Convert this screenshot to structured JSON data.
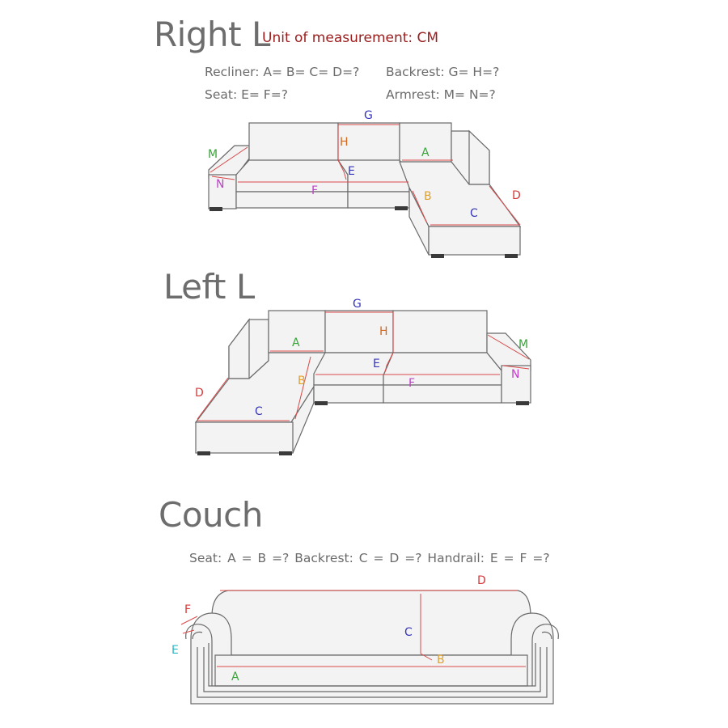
{
  "right_l": {
    "title": "Right L",
    "unit": "Unit of measurement: CM",
    "recliner": "Recliner: A= B= C= D=?",
    "backrest": "Backrest: G= H=?",
    "seat": "Seat: E= F=?",
    "armrest": "Armrest: M= N=?",
    "labels": {
      "A": "A",
      "B": "B",
      "C": "C",
      "D": "D",
      "E": "E",
      "F": "F",
      "G": "G",
      "H": "H",
      "M": "M",
      "N": "N"
    }
  },
  "left_l": {
    "title": "Left L",
    "labels": {
      "A": "A",
      "B": "B",
      "C": "C",
      "D": "D",
      "E": "E",
      "F": "F",
      "G": "G",
      "H": "H",
      "M": "M",
      "N": "N"
    }
  },
  "couch": {
    "title": "Couch",
    "info": "Seat: A = B =?   Backrest: C = D =?   Handrail: E = F =?",
    "labels": {
      "A": "A",
      "B": "B",
      "C": "C",
      "D": "D",
      "E": "E",
      "F": "F"
    }
  },
  "colors": {
    "outline": "#6a6a6a",
    "fill": "#f3f3f3",
    "dim_line": "#d94848",
    "A": "#3aa33a",
    "B": "#e0a030",
    "C": "#3535b8",
    "D": "#d63a3a",
    "E": "#3535b8",
    "F": "#c040c8",
    "G": "#3535b8",
    "H": "#d2691e",
    "M": "#3aa33a",
    "N": "#c040c8",
    "couch_E": "#29b8c8",
    "couch_F": "#d63a3a",
    "couch_B": "#e0a030"
  }
}
